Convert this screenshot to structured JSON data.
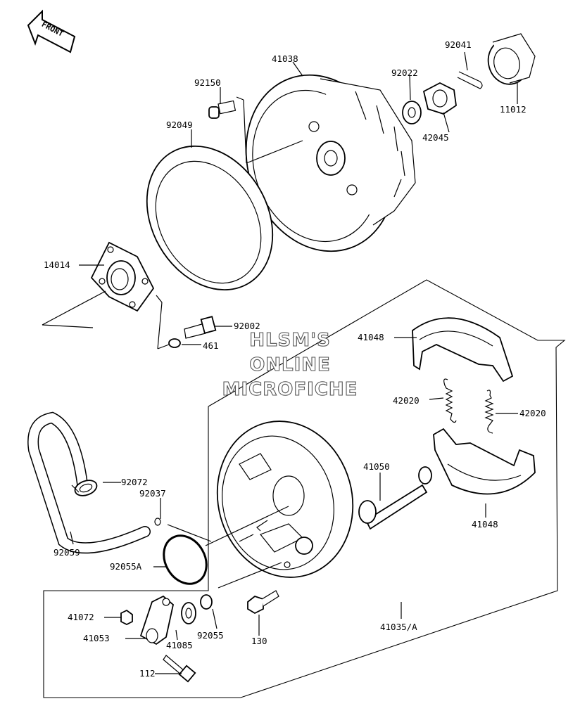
{
  "front_label": "FRONT",
  "watermark": [
    "HLSM'S",
    "ONLINE",
    "MICROFICHE"
  ],
  "parts": {
    "p41038": "41038",
    "p92150": "92150",
    "p92049": "92049",
    "p92022": "92022",
    "p92041": "92041",
    "p11012": "11012",
    "p42045": "42045",
    "p14014": "14014",
    "p92002": "92002",
    "p461": "461",
    "p41048a": "41048",
    "p42020a": "42020",
    "p42020b": "42020",
    "p41050": "41050",
    "p41048b": "41048",
    "p92072": "92072",
    "p92037": "92037",
    "p92059": "92059",
    "p92055A": "92055A",
    "p41072": "41072",
    "p41053": "41053",
    "p41085": "41085",
    "p92055": "92055",
    "p130": "130",
    "p41035A": "41035/A",
    "p112": "112"
  }
}
